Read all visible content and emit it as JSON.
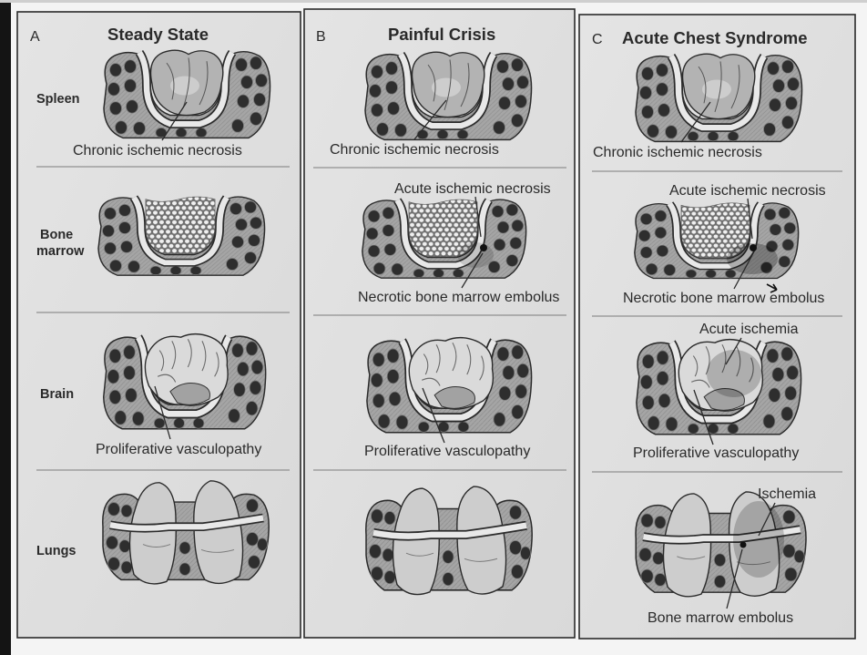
{
  "figure": {
    "panels": [
      {
        "letter": "A",
        "title": "Steady State"
      },
      {
        "letter": "B",
        "title": "Painful Crisis"
      },
      {
        "letter": "C",
        "title": "Acute Chest Syndrome"
      }
    ],
    "row_labels": {
      "spleen": "Spleen",
      "bone": "Bone",
      "marrow": "marrow",
      "brain": "Brain",
      "lungs": "Lungs"
    },
    "annotations": {
      "a": {
        "spleen": "Chronic ischemic necrosis",
        "brain": "Proliferative vasculopathy"
      },
      "b": {
        "spleen": "Chronic ischemic necrosis",
        "marrow_top": "Acute ischemic necrosis",
        "marrow_bottom": "Necrotic bone marrow embolus",
        "brain": "Proliferative vasculopathy"
      },
      "c": {
        "spleen": "Chronic ischemic necrosis",
        "marrow_top": "Acute ischemic necrosis",
        "marrow_bottom": "Necrotic bone marrow embolus",
        "brain_top": "Acute ischemia",
        "brain": "Proliferative vasculopathy",
        "lungs_top": "Ischemia",
        "lungs_bottom": "Bone marrow embolus"
      }
    }
  },
  "colors": {
    "ink": "#2a2a2a",
    "paper": "#f4f4f4",
    "panel": "#e4e4e4",
    "panel_shade": "#d9d9d9",
    "edge": "#141414"
  }
}
